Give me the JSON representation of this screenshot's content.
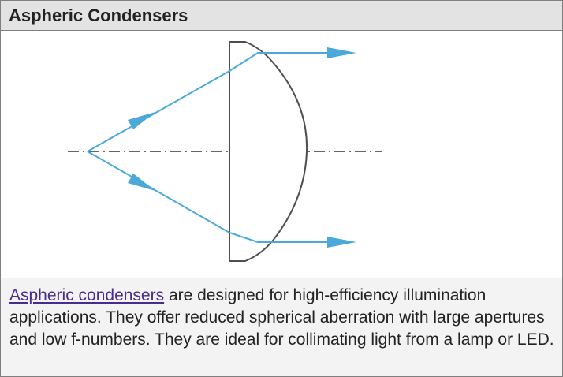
{
  "header": {
    "title": "Aspheric Condensers"
  },
  "caption": {
    "link_text": "Aspheric condensers",
    "body_text": " are designed for high-efficiency illumination applications. They offer reduced spherical aberration with large apertures and low f-numbers. They are ideal for collimating light from a lamp or LED."
  },
  "colors": {
    "ray": "#4aa9d9",
    "lens_outline": "#4f4f4f",
    "axis": "#333333",
    "header_bg": "#e3e3e3",
    "caption_bg": "#f3f3f3",
    "link": "#4a2c8f"
  }
}
